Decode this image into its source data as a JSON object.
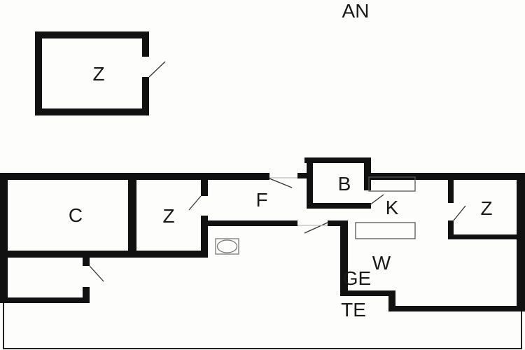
{
  "title": "AN",
  "rooms": {
    "shed": "Z",
    "c": "C",
    "z_left": "Z",
    "f": "F",
    "b": "B",
    "k": "K",
    "z_right": "Z",
    "w": "W",
    "ge": "GE",
    "te": "TE"
  }
}
